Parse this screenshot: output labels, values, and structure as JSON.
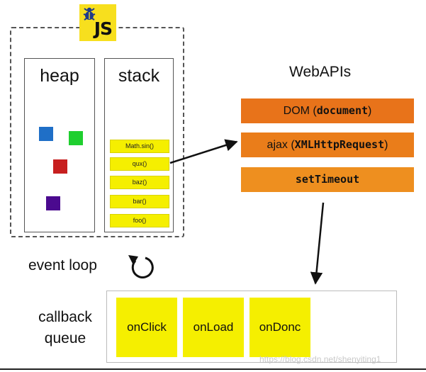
{
  "logo": {
    "text": "JS",
    "bg_color": "#f7df1e"
  },
  "heap": {
    "title": "heap",
    "objects": [
      {
        "color": "#1f6fc7"
      },
      {
        "color": "#1fcf2f"
      },
      {
        "color": "#c71f1f"
      },
      {
        "color": "#4b0a8f"
      }
    ]
  },
  "stack": {
    "title": "stack",
    "frames": [
      "Math.sin()",
      "qux()",
      "baz()",
      "bar()",
      "foo()"
    ],
    "frame_color": "#f5ef00"
  },
  "webapis": {
    "title": "WebAPIs",
    "dom": {
      "prefix": "DOM (",
      "code": "document",
      "suffix": ")"
    },
    "ajax": {
      "prefix": "ajax (",
      "code": "XMLHttpRequest",
      "suffix": ")"
    },
    "timeout": {
      "code": "setTimeout"
    },
    "colors": [
      "#e8731a",
      "#ea7d1a",
      "#ee8f1f"
    ]
  },
  "event_loop": {
    "label": "event loop",
    "icon": "refresh-cycle-icon"
  },
  "callback_queue": {
    "label_line1": "callback",
    "label_line2": "queue",
    "items": [
      "onClick",
      "onLoad",
      "onDonc"
    ]
  },
  "watermark": "https://blog.csdn.net/shenyiting1"
}
